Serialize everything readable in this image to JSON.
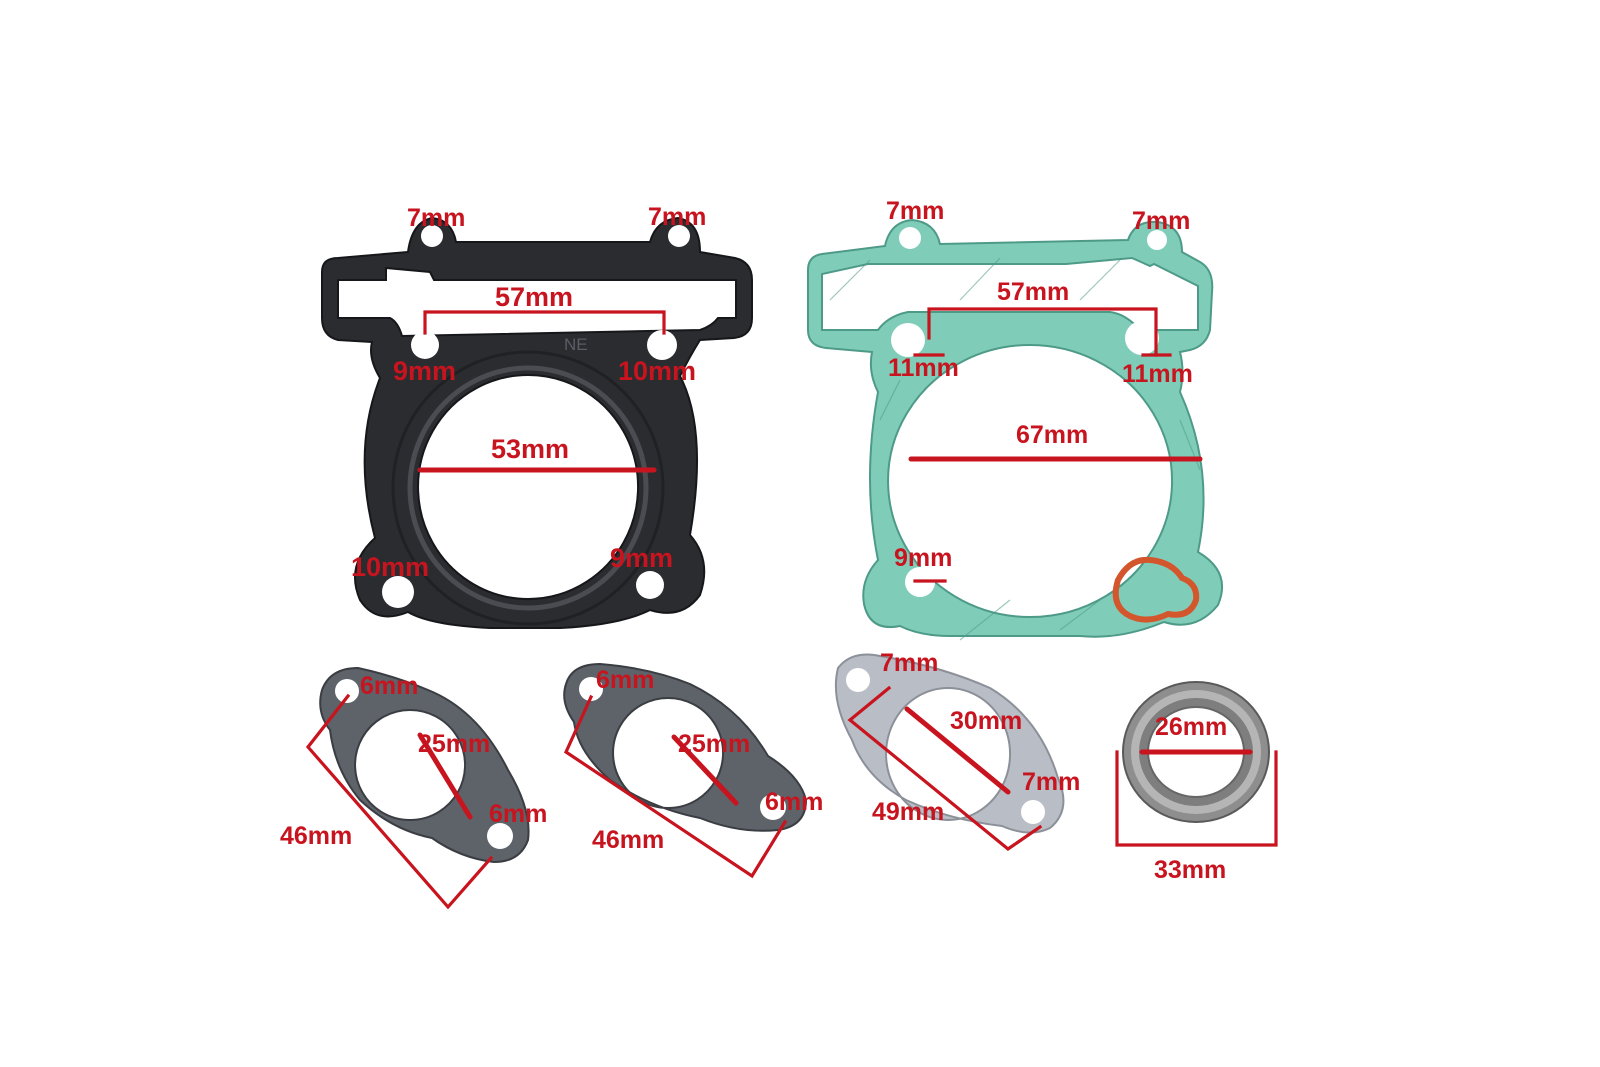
{
  "head_gasket": {
    "marking": "NE",
    "labels": {
      "hole_top_left": "7mm",
      "hole_top_right": "7mm",
      "stud_span": "57mm",
      "stud_left": "9mm",
      "stud_right": "10mm",
      "bore": "53mm",
      "hole_bottom_left": "10mm",
      "hole_bottom_right": "9mm"
    }
  },
  "base_gasket": {
    "labels": {
      "hole_top_left": "7mm",
      "hole_top_right": "7mm",
      "stud_span": "57mm",
      "stud_left": "11mm",
      "stud_right": "11mm",
      "bore": "67mm",
      "hole_bottom_left": "9mm"
    }
  },
  "intake_gasket_1": {
    "labels": {
      "hole_top": "6mm",
      "bore": "25mm",
      "hole_bottom": "6mm",
      "length": "46mm"
    }
  },
  "intake_gasket_2": {
    "labels": {
      "hole_top": "6mm",
      "bore": "25mm",
      "hole_bottom": "6mm",
      "length": "46mm"
    }
  },
  "exhaust_flange_gasket": {
    "labels": {
      "hole_top": "7mm",
      "bore": "30mm",
      "hole_bottom": "7mm",
      "length": "49mm"
    }
  },
  "exhaust_ring": {
    "labels": {
      "inner": "26mm",
      "outer": "33mm"
    }
  },
  "colors": {
    "dimension": "#c8141e",
    "head_gasket": "#2a2a2e",
    "base_gasket": "#7ccab7",
    "fiber_gasket": "#5c6068",
    "exhaust_flange": "#b8bcc4",
    "exhaust_ring": "#8c8c8c"
  }
}
